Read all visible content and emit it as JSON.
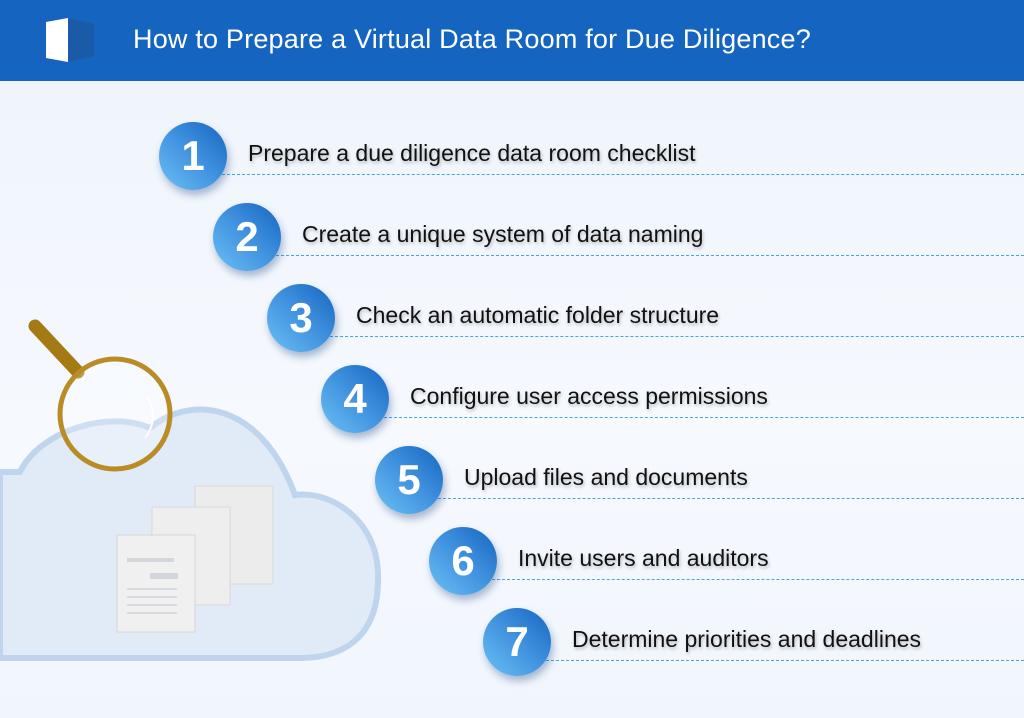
{
  "header": {
    "title": "How to Prepare a Virtual Data Room for Due Diligence?",
    "logo_icon": "cube-logo-icon"
  },
  "steps": [
    {
      "number": "1",
      "label": "Prepare a due diligence data room checklist"
    },
    {
      "number": "2",
      "label": "Create a unique system of data naming"
    },
    {
      "number": "3",
      "label": "Check an automatic folder structure"
    },
    {
      "number": "4",
      "label": "Configure user access permissions"
    },
    {
      "number": "5",
      "label": "Upload files and documents"
    },
    {
      "number": "6",
      "label": "Invite users and auditors"
    },
    {
      "number": "7",
      "label": "Determine priorities and deadlines"
    }
  ],
  "colors": {
    "header": "#1565c0",
    "accent": "#4aa3ea"
  }
}
